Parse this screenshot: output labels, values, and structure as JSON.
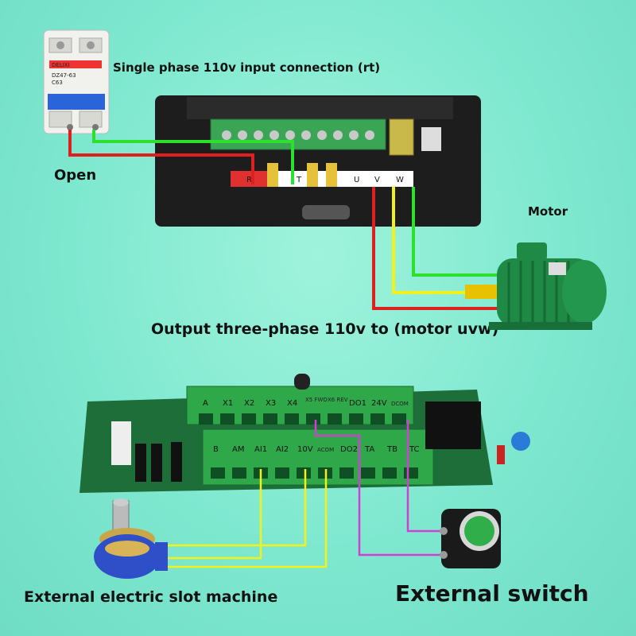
{
  "labels": {
    "input": "Single phase 110v input connection (rt)",
    "open": "Open",
    "motor": "Motor",
    "output": "Output three-phase 110v to (motor uvw)",
    "slot": "External electric slot machine",
    "switch": "External switch"
  },
  "inverter_terminals": [
    "R",
    "T",
    "U",
    "V",
    "W"
  ],
  "breaker": {
    "brand": "DELIXI",
    "model": "DZ47-63",
    "rating": "C63"
  },
  "board_top_terminals": [
    "A",
    "X1",
    "X2",
    "X3",
    "X4",
    "X5 FWD",
    "X6 REV",
    "DO1",
    "24V",
    "DCOM"
  ],
  "board_bottom_terminals": [
    "B",
    "AM",
    "AI1",
    "AI2",
    "10V",
    "ACOM",
    "DO2",
    "TA",
    "TB",
    "TC"
  ],
  "colors": {
    "background": "#7ee8cf",
    "wire_red": "#e02020",
    "wire_green": "#2ee02e",
    "wire_yellow": "#f2f21a",
    "wire_magenta": "#d040d0",
    "terminal_green": "#2fa84a",
    "motor_green": "#1f8a45",
    "pcb_green": "#1e6e3a"
  }
}
